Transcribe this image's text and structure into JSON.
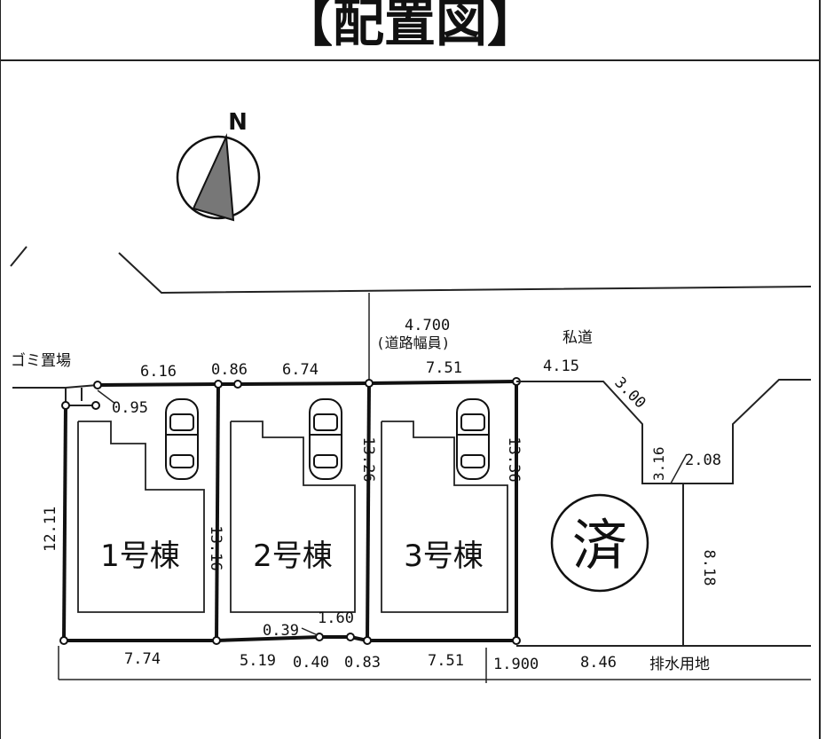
{
  "title": "【配置図】",
  "north_label": "N",
  "road": {
    "width_value": "4.700",
    "width_label": "(道路幅員)",
    "private_road_label": "私道"
  },
  "garbage_label": "ゴミ置場",
  "buildings": [
    {
      "label": "1号棟"
    },
    {
      "label": "2号棟"
    },
    {
      "label": "3号棟"
    }
  ],
  "sold_label": "済",
  "drain_label": "排水用地",
  "dimensions": {
    "top_616": "6.16",
    "top_086": "0.86",
    "top_674": "6.74",
    "top_751": "7.51",
    "top_415": "4.15",
    "diag_300": "3.00",
    "v_316": "3.16",
    "d_208": "2.08",
    "d_095": "0.95",
    "v_1211": "12.11",
    "v_1316": "13.16",
    "v_1326": "13.26",
    "v_1336": "13.36",
    "v_818": "8.18",
    "b_039": "0.39",
    "b_160": "1.60",
    "bot_774": "7.74",
    "bot_519": "5.19",
    "bot_040": "0.40",
    "bot_083": "0.83",
    "bot_751": "7.51",
    "bot_1900": "1.900",
    "bot_846": "8.46"
  }
}
